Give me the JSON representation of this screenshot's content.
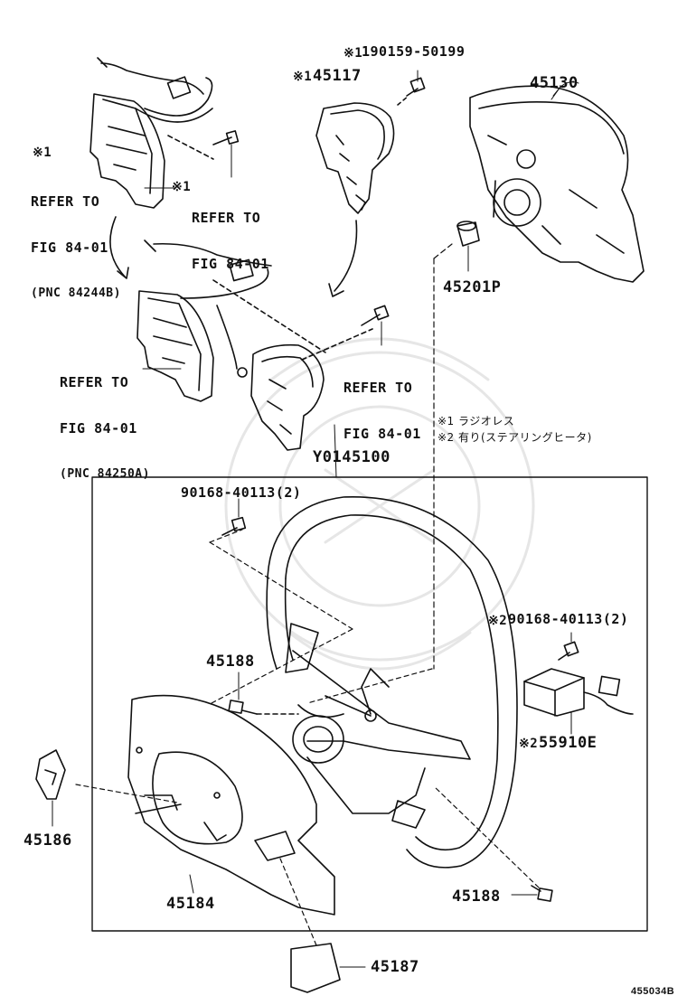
{
  "parts": {
    "p45130": "45130",
    "p45117": "45117",
    "p190159": "190159-50199",
    "p45201p": "45201P",
    "y0145100": "Y0145100",
    "p90168_top": "90168-40113(2)",
    "p90168_right": "90168-40113(2)",
    "p45188_top": "45188",
    "p45188_bottom": "45188",
    "p55910e": "55910E",
    "p45186": "45186",
    "p45184": "45184",
    "p45187": "45187"
  },
  "markers": {
    "m1": "※1",
    "m2": "※2"
  },
  "refs": {
    "ref_top_left_1": "REFER TO",
    "ref_top_left_2": "FIG 84-01",
    "ref_top_left_3": "(PNC 84244B)",
    "ref_top_mid_1": "REFER TO",
    "ref_top_mid_2": "FIG 84-01",
    "ref_mid_left_1": "REFER TO",
    "ref_mid_left_2": "FIG 84-01",
    "ref_mid_left_3": "(PNC 84250A)",
    "ref_mid_right_1": "REFER TO",
    "ref_mid_right_2": "FIG 84-01"
  },
  "notes": {
    "note1": "※1 ラジオレス",
    "note2": "※2 有り(ステアリングヒータ)"
  },
  "diagram_code": "455034B"
}
